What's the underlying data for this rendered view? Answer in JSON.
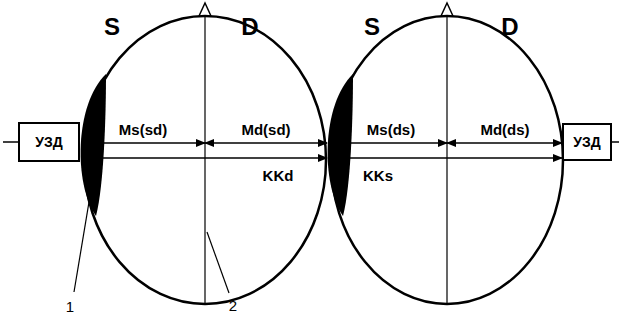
{
  "diagram": {
    "nodes": [
      {
        "text": [
          "S",
          "D",
          "Ms(sd)",
          "Md(sd)",
          "KKd"
        ]
      },
      {
        "text": [
          "УЗД"
        ]
      },
      {
        "text": [
          "S",
          "D",
          "Ms(ds)",
          "Md(ds)",
          "KKs"
        ]
      },
      {
        "text": [
          "УЗД"
        ]
      }
    ],
    "labels": [
      "1",
      "2"
    ]
  }
}
